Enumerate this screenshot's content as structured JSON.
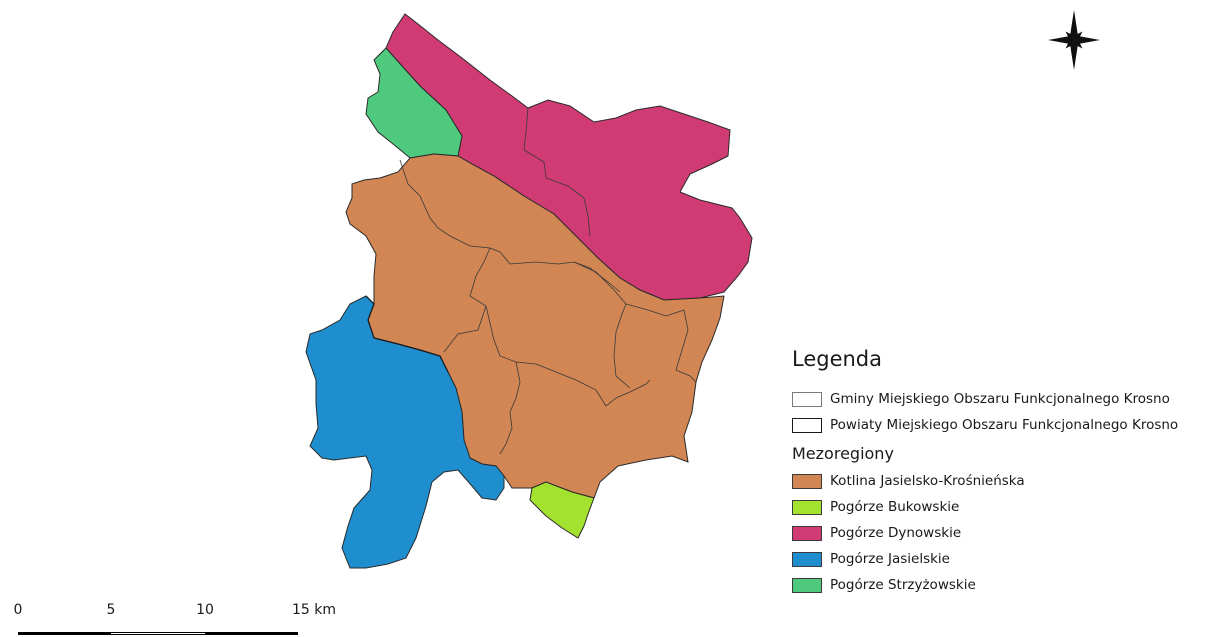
{
  "map": {
    "north_arrow_icon": "compass-star-icon",
    "regions": [
      {
        "id": "kotlina",
        "name": "Kotlina Jasielsko-Krośnieńska",
        "color": "#d18654"
      },
      {
        "id": "bukowskie",
        "name": "Pogórze Bukowskie",
        "color": "#a3e22e"
      },
      {
        "id": "dynowskie",
        "name": "Pogórze Dynowskie",
        "color": "#d13b74"
      },
      {
        "id": "jasielskie",
        "name": "Pogórze Jasielskie",
        "color": "#1f8ecf"
      },
      {
        "id": "strzyzowskie",
        "name": "Pogórze Strzyżowskie",
        "color": "#4ec97e"
      }
    ]
  },
  "legend": {
    "title": "Legenda",
    "boundaries": [
      {
        "label": "Gminy Miejskiego Obszaru Funkcjonalnego Krosno",
        "fill": "#ffffff",
        "border": "#7a7a7a"
      },
      {
        "label": "Powiaty Miejskiego Obszaru Funkcjonalnego Krosno",
        "fill": "#ffffff",
        "border": "#1a1a1a"
      }
    ],
    "group_title": "Mezoregiony",
    "classes": [
      {
        "label": "Kotlina Jasielsko-Krośnieńska",
        "color": "#d18654"
      },
      {
        "label": "Pogórze Bukowskie",
        "color": "#a3e22e"
      },
      {
        "label": "Pogórze Dynowskie",
        "color": "#d13b74"
      },
      {
        "label": "Pogórze Jasielskie",
        "color": "#1f8ecf"
      },
      {
        "label": "Pogórze Strzyżowskie",
        "color": "#4ec97e"
      }
    ]
  },
  "scale_bar": {
    "ticks": [
      "0",
      "5",
      "10",
      "15 km"
    ],
    "max_km": 15
  }
}
